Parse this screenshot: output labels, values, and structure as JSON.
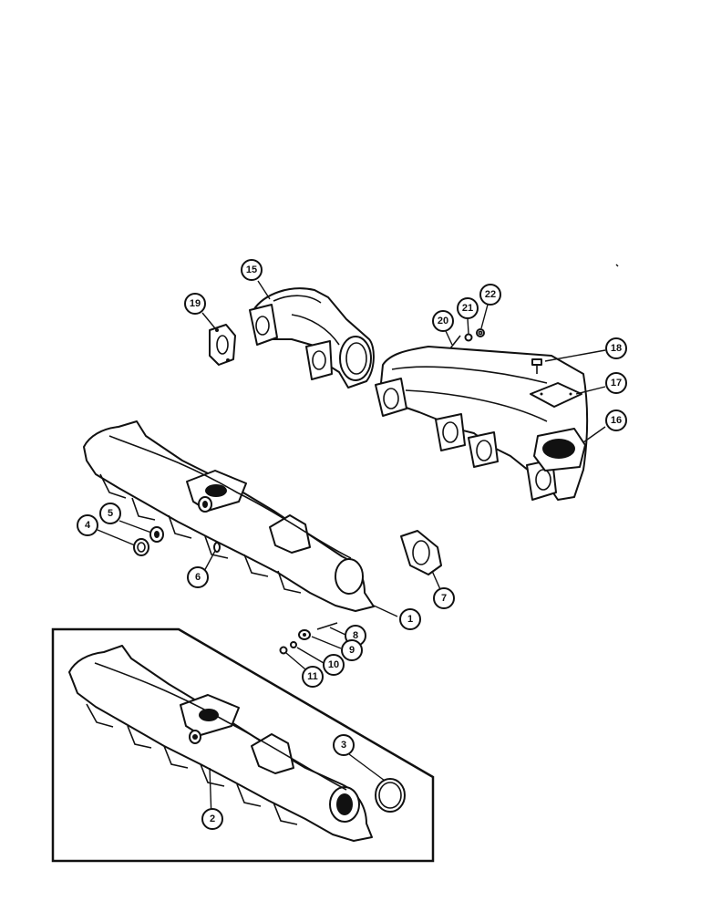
{
  "callouts": [
    {
      "id": "c1",
      "label": "1"
    },
    {
      "id": "c2",
      "label": "2"
    },
    {
      "id": "c3",
      "label": "3"
    },
    {
      "id": "c4",
      "label": "4"
    },
    {
      "id": "c5",
      "label": "5"
    },
    {
      "id": "c6",
      "label": "6"
    },
    {
      "id": "c7",
      "label": "7"
    },
    {
      "id": "c8",
      "label": "8"
    },
    {
      "id": "c9",
      "label": "9"
    },
    {
      "id": "c10",
      "label": "10"
    },
    {
      "id": "c11",
      "label": "11"
    },
    {
      "id": "c15",
      "label": "15"
    },
    {
      "id": "c16",
      "label": "16"
    },
    {
      "id": "c17",
      "label": "17"
    },
    {
      "id": "c18",
      "label": "18"
    },
    {
      "id": "c19",
      "label": "19"
    },
    {
      "id": "c20",
      "label": "20"
    },
    {
      "id": "c21",
      "label": "21"
    },
    {
      "id": "c22",
      "label": "22"
    }
  ],
  "colors": {
    "ink": "#111111",
    "paper": "#ffffff"
  }
}
